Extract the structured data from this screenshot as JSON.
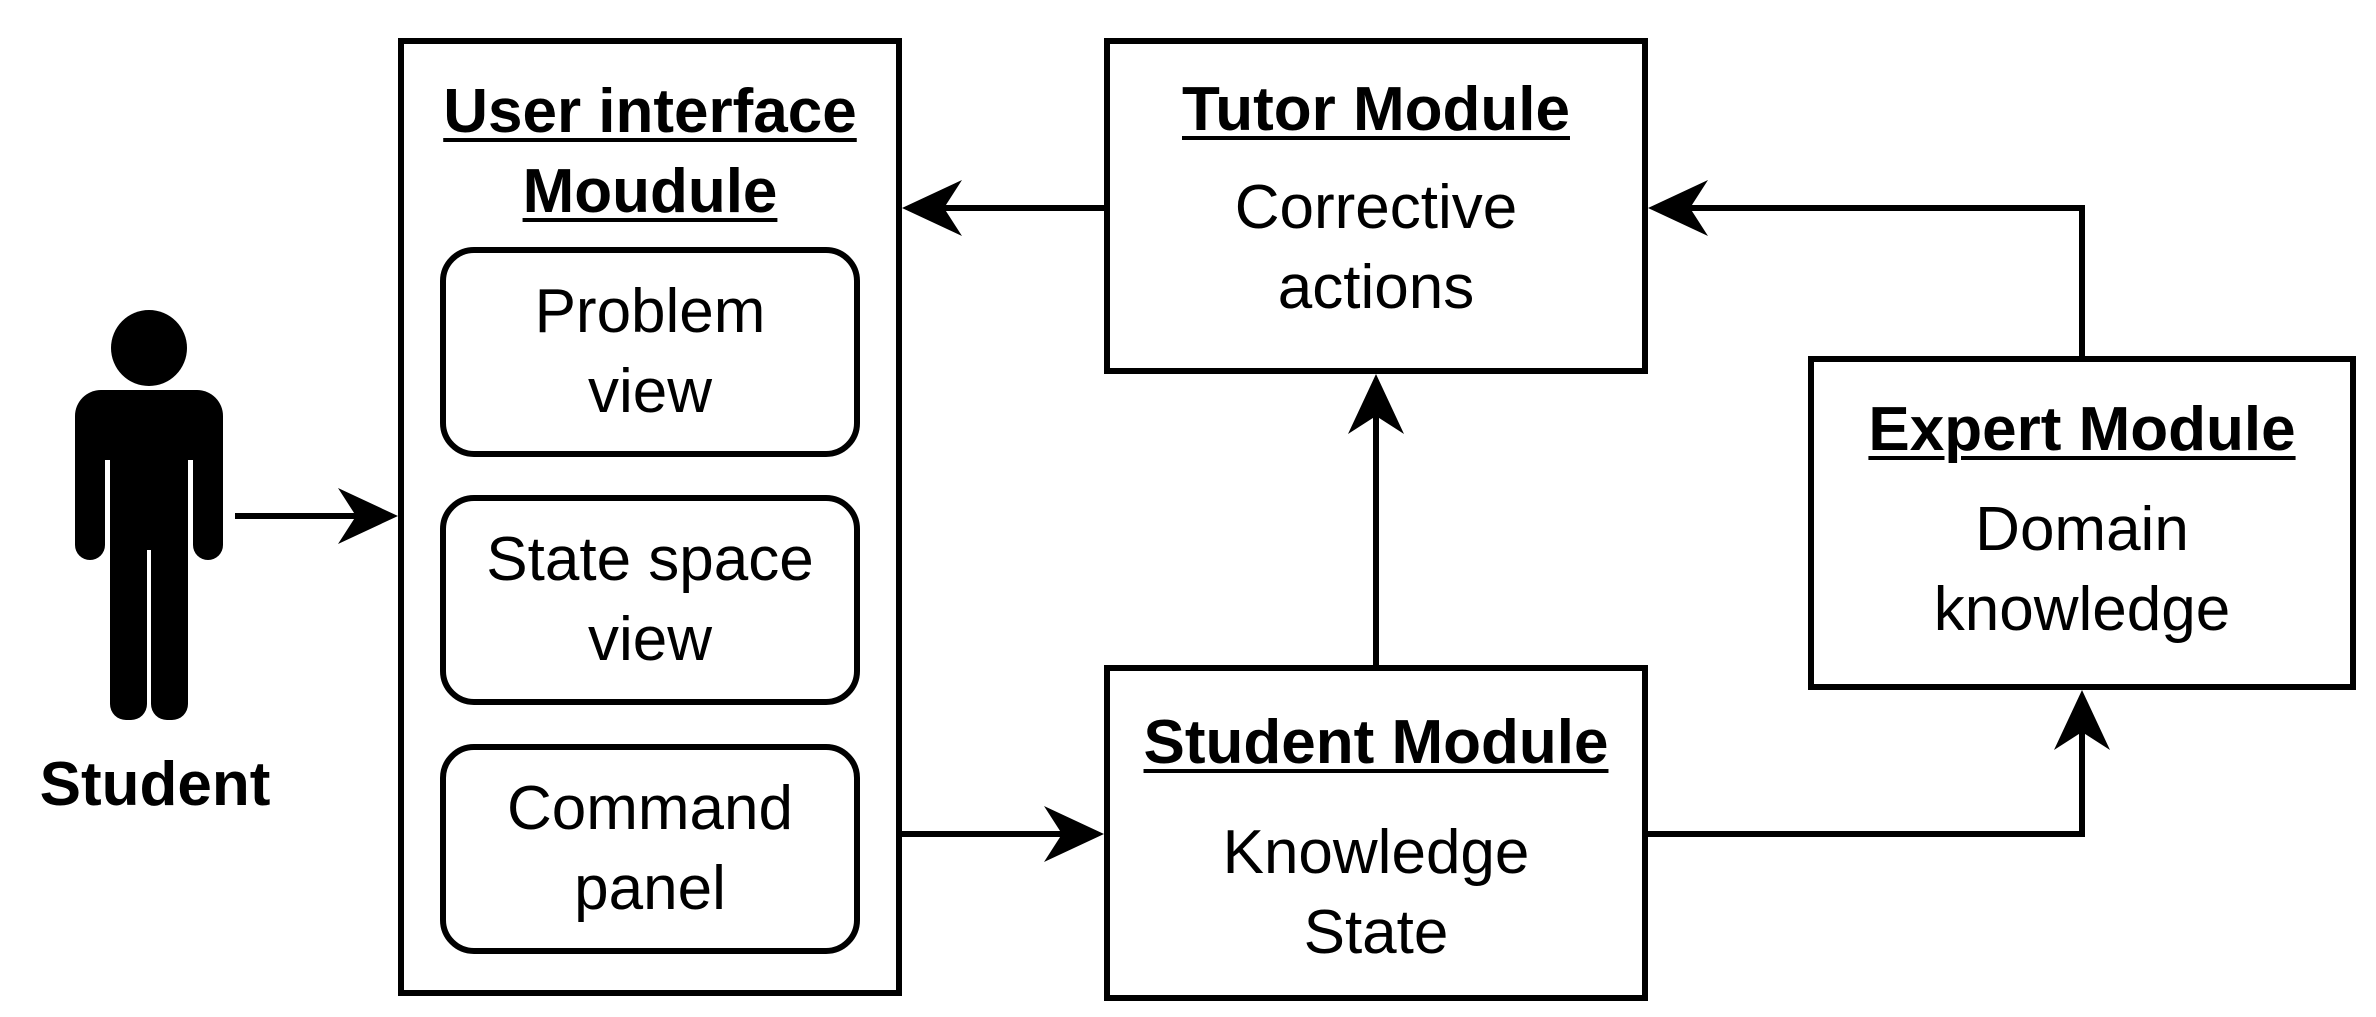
{
  "student": {
    "label": "Student"
  },
  "ui_module": {
    "title": "User interface\nMoudule",
    "items": [
      {
        "label": "Problem\nview"
      },
      {
        "label": "State space\nview"
      },
      {
        "label": "Command\npanel"
      }
    ]
  },
  "tutor_module": {
    "title": "Tutor Module",
    "body": "Corrective\nactions"
  },
  "student_module": {
    "title": "Student Module",
    "body": "Knowledge\nState"
  },
  "expert_module": {
    "title": "Expert Module",
    "body": "Domain\nknowledge"
  },
  "colors": {
    "stroke": "#000000",
    "fill": "#ffffff"
  }
}
